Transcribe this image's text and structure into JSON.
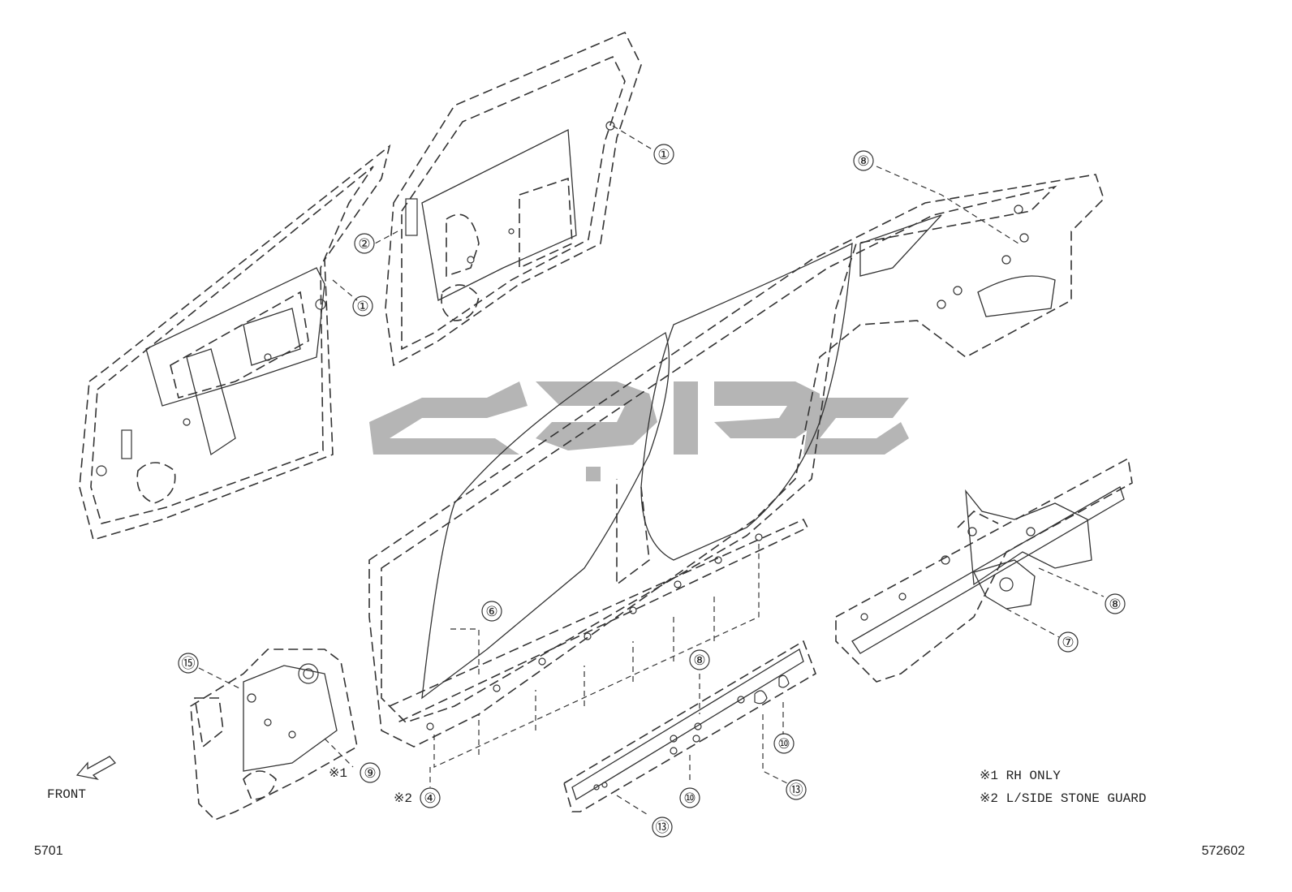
{
  "callouts": [
    {
      "id": "c1a",
      "label": "①"
    },
    {
      "id": "c2",
      "label": "②"
    },
    {
      "id": "c1b",
      "label": "①"
    },
    {
      "id": "c8a",
      "label": "⑧"
    },
    {
      "id": "c6",
      "label": "⑥"
    },
    {
      "id": "c8b",
      "label": "⑧"
    },
    {
      "id": "c7",
      "label": "⑦"
    },
    {
      "id": "c15",
      "label": "⑮"
    },
    {
      "id": "c9",
      "label": "⑨"
    },
    {
      "id": "c4",
      "label": "④"
    },
    {
      "id": "c8c",
      "label": "⑧"
    },
    {
      "id": "c10a",
      "label": "⑩"
    },
    {
      "id": "c10b",
      "label": "⑩"
    },
    {
      "id": "c13a",
      "label": "⑬"
    },
    {
      "id": "c13b",
      "label": "⑬"
    }
  ],
  "prefixes": {
    "rh_mark": "※1",
    "stone_mark": "※2"
  },
  "notes": {
    "note1": "※1 RH ONLY",
    "note2": "※2 L/SIDE STONE GUARD"
  },
  "front_label": "FRONT",
  "codes": {
    "left": "5701",
    "right": "572602"
  },
  "icons": {
    "front_arrow": "front-arrow-icon",
    "watermark": "watermark-logo"
  }
}
